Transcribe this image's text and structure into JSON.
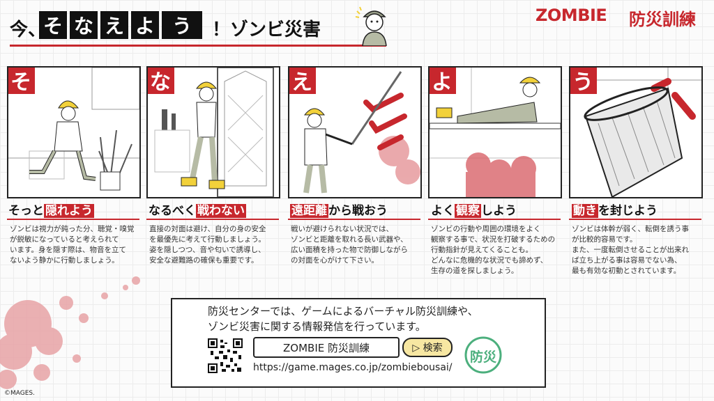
{
  "header": {
    "lead": "今、",
    "kana": [
      "そ",
      "な",
      "え",
      "よ",
      "う"
    ],
    "tail": "！ゾンビ災害",
    "brand_latin": "ZOMBIE",
    "brand_jp": "防災訓練"
  },
  "panels": [
    {
      "kana": "そ",
      "title_pre": "そっと",
      "title_hl": "隠れよう",
      "title_post": "",
      "body": [
        "ゾンビは視力が鈍った分、聴覚・嗅覚",
        "が鋭敏になっていると考えられて",
        "います。身を隠す際は、物音を立て",
        "ないよう静かに行動しましょう。"
      ]
    },
    {
      "kana": "な",
      "title_pre": "なるべく",
      "title_hl": "戦わない",
      "title_post": "",
      "body": [
        "直接の対面は避け、自分の身の安全",
        "を最優先に考えて行動しましょう。",
        "姿を隠しつつ、音や匂いで誘導し、",
        "安全な避難路の確保も重要です。"
      ]
    },
    {
      "kana": "え",
      "title_pre": "",
      "title_hl": "遠距離",
      "title_post": "から戦おう",
      "body": [
        "戦いが避けられない状況では、",
        "ゾンビと距離を取れる長い武器や、",
        "広い面積を持った物で防御しながら",
        "の対面を心がけて下さい。"
      ]
    },
    {
      "kana": "よ",
      "title_pre": "よく",
      "title_hl": "観察",
      "title_post": "しよう",
      "body": [
        "ゾンビの行動や周囲の環境をよく",
        "観察する事で、状況を打破するための",
        "行動指針が見えてくることも。",
        "どんなに危機的な状況でも諦めず、",
        "生存の道を探しましょう。"
      ]
    },
    {
      "kana": "う",
      "title_pre": "",
      "title_hl": "動き",
      "title_post": "を封じよう",
      "body": [
        "ゾンビは体幹が弱く、転倒を誘う事",
        "が比較的容易です。",
        "また、一度転倒させることが出来れ",
        "ば立ち上がる事は容易でない為、",
        "最も有効な初動とされています。"
      ]
    }
  ],
  "info": {
    "line1": "防災センターでは、ゲームによるバーチャル防災訓練や、",
    "line2": "ゾンビ災害に関する情報発信を行っています。",
    "search_text": "ZOMBIE 防災訓練",
    "search_button": "▷ 検索",
    "url": "https://game.mages.co.jp/zombiebousai/",
    "stamp": "防災"
  },
  "copyright": "©MAGES.",
  "colors": {
    "accent": "#c7272d",
    "zombie": "#d9646a",
    "helmet": "#f2d13a",
    "button": "#f7e7a2",
    "stamp": "#4caf7d"
  }
}
